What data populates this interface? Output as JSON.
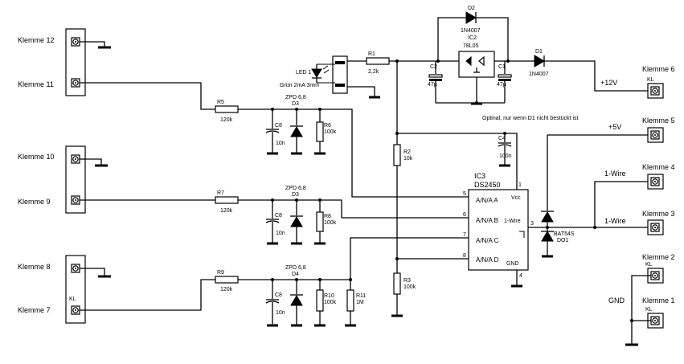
{
  "terminals": {
    "k12": "Klemme 12",
    "k11": "Klemme 11",
    "k10": "Klemme 10",
    "k9": "Klemme 9",
    "k8": "Klemme 8",
    "k7": "Klemme 7",
    "k6": "Klemme 6",
    "k5": "Klemme 5",
    "k4": "Klemme 4",
    "k3": "Klemme 3",
    "k2": "Klemme 2",
    "k1": "Klemme 1",
    "kl": "KL"
  },
  "nets": {
    "v12": "+12V",
    "v5": "+5V",
    "onewire": "1-Wire",
    "gnd": "GND"
  },
  "note": "Optinal, nur wenn D1 nicht bestückt ist",
  "ic3": {
    "ref": "IC3",
    "name": "DS2450",
    "pin_a": "A/N/A A",
    "pin_b": "A/N/A B",
    "pin_c": "A/N/A C",
    "pin_d": "A/N/A D",
    "vcc": "Vcc",
    "onewire": "1-Wire",
    "gnd": "GND",
    "p1": "1",
    "p3": "3",
    "p4": "4",
    "p5": "5",
    "p6": "6",
    "p7": "7",
    "p8": "8"
  },
  "ic2": {
    "ref": "IC2",
    "name": "78L05"
  },
  "components": {
    "d2_ref": "D2",
    "d2_val": "1N4007",
    "d1_ref": "D1",
    "d1_val": "1N4007",
    "r1_ref": "R1",
    "r1_val": "2,2k",
    "c2_ref": "C2",
    "c2_val": "47µ",
    "c1_ref": "C1",
    "c1_val": "47µ",
    "c4_ref": "C4",
    "c4_val": "100n",
    "r2_ref": "R2",
    "r2_val": "10k",
    "r3_ref": "R3",
    "r3_val": "100k",
    "led_ref": "LED 1",
    "led_val": "Grün 2mA 3mm",
    "do1_ref": "BAT54S",
    "do1_val": "DO1",
    "zpd": "ZPD 6,8",
    "d3x_ref": "D3",
    "d3_ref": "D3",
    "d4_ref": "D4",
    "r5_ref": "R5",
    "r5_val": "120k",
    "r7_ref": "R7",
    "r7_val": "120k",
    "r9_ref": "R9",
    "r9_val": "120k",
    "c8_ref": "C8",
    "c8_val": "10n",
    "r6_ref": "R6",
    "r6_val": "100k",
    "r8_ref": "R8",
    "r8_val": "100k",
    "r10_ref": "R10",
    "r10_val": "100k",
    "r11_ref": "R11",
    "r11_val": "1M"
  }
}
